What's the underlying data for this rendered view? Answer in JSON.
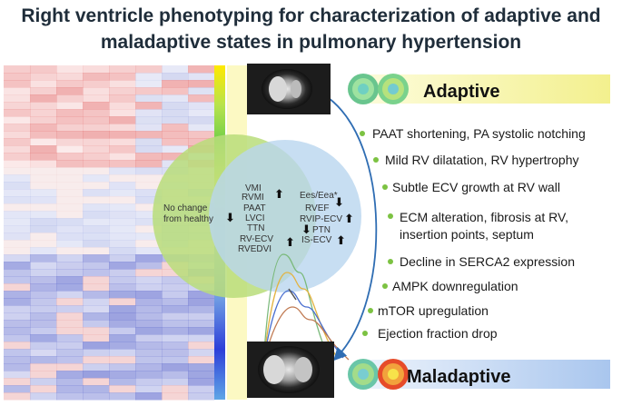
{
  "title_line1": "Right ventricle phenotyping for characterization of adaptive and",
  "title_line2": "maladaptive states in pulmonary hypertension",
  "adaptive_label": "Adaptive",
  "maladaptive_label": "Maladaptive",
  "features": [
    "PAAT shortening, PA systolic notching",
    "Mild RV dilatation, RV hypertrophy",
    "Subtle ECV growth at RV wall",
    "ECM alteration, fibrosis at RV,",
    "insertion points, septum",
    "Decline in SERCA2 expression",
    "AMPK downregulation",
    "mTOR upregulation",
    "Ejection fraction drop"
  ],
  "venn": {
    "left_label_1": "No change",
    "left_label_2": "from healthy",
    "mid": [
      "VMI",
      "RVMI",
      "PAAT",
      "LVCI",
      "TTN",
      "RV-ECV",
      "RVEDVI"
    ],
    "right": [
      "Ees/Eea*",
      "RVEF",
      "RVIP-ECV",
      "PTN",
      "IS-ECV"
    ],
    "arrow_up": "⬆",
    "arrow_down": "⬇"
  },
  "colors": {
    "adaptive_band": "#f3f08e",
    "maladaptive_band": "#a9c6ee",
    "venn_left": "#b9dd7a",
    "venn_right": "#b9d6ef",
    "bullet": "#7cc242",
    "connector": "#2f6db3"
  }
}
